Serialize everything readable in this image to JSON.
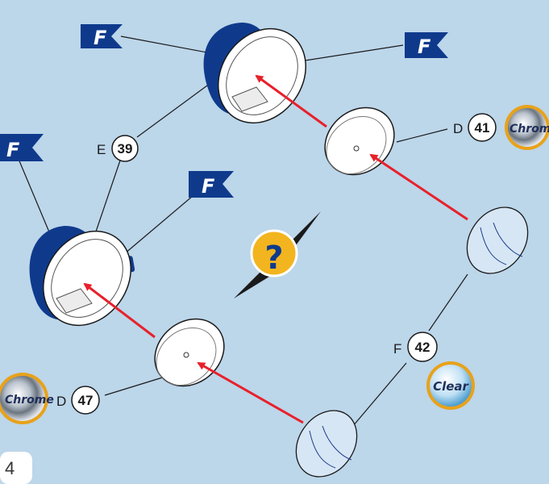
{
  "colors": {
    "background": "#bcd6ea",
    "housing_blue": "#0f3a8c",
    "arrow_red": "#e8202a",
    "help_badge": "#f2b51f",
    "clear_lens": "#d6e6f5"
  },
  "flags": [
    {
      "letter": "F"
    },
    {
      "letter": "F"
    },
    {
      "letter": "F"
    },
    {
      "letter": "F"
    }
  ],
  "callouts": [
    {
      "letter": "E",
      "number": "39"
    },
    {
      "letter": "D",
      "number": "41"
    },
    {
      "letter": "D",
      "number": "47"
    },
    {
      "letter": "F",
      "number": "42"
    }
  ],
  "badges": {
    "chrome_top": "Chrom",
    "chrome_bottom": "Chrome",
    "clear": "Clear"
  },
  "help_symbol": "?",
  "page_number": "4"
}
